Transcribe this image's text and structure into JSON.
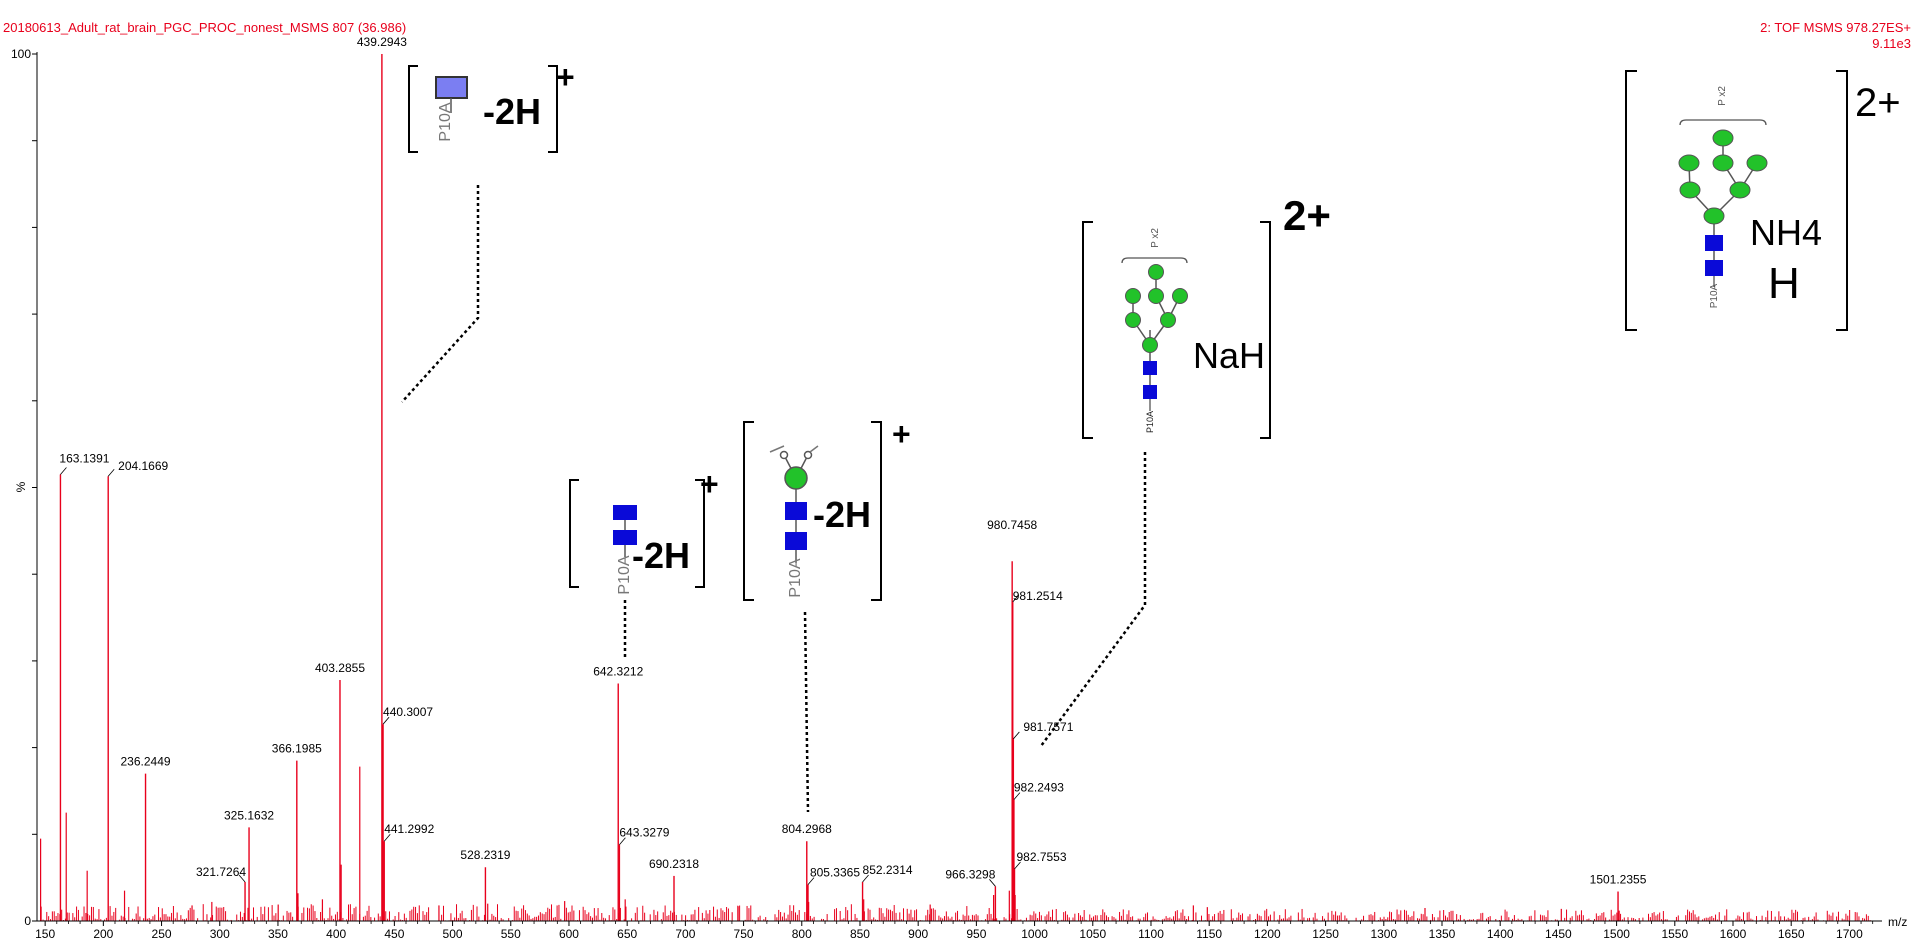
{
  "header": {
    "left": "20180613_Adult_rat_brain_PGC_PROC_nonest_MSMS 807 (36.986)",
    "right_line1": "2: TOF MSMS 978.27ES+",
    "right_line2": "9.11e3"
  },
  "colors": {
    "spectrum": "#e8001c",
    "gal": "#7b7ef2",
    "hexnac": "#0a0ad8",
    "hexose": "#22c22a"
  },
  "chart_data": {
    "type": "bar",
    "xlabel": "m/z",
    "ylabel": "%",
    "xlim": [
      143,
      1728
    ],
    "ylim": [
      0,
      100
    ],
    "xticks": [
      150,
      200,
      250,
      300,
      350,
      400,
      450,
      500,
      550,
      600,
      650,
      700,
      750,
      800,
      850,
      900,
      950,
      1000,
      1050,
      1100,
      1150,
      1200,
      1250,
      1300,
      1350,
      1400,
      1450,
      1500,
      1550,
      1600,
      1650,
      1700
    ],
    "ytick_labels": [
      "0",
      "100"
    ],
    "peaks": [
      {
        "mz": 163.1391,
        "rel": 51.5,
        "label": "163.1391"
      },
      {
        "mz": 204.1669,
        "rel": 51.3,
        "label": "204.1669"
      },
      {
        "mz": 236.2449,
        "rel": 17.0,
        "label": "236.2449"
      },
      {
        "mz": 321.7264,
        "rel": 4.5,
        "label": "321.7264"
      },
      {
        "mz": 325.1632,
        "rel": 10.8,
        "label": "325.1632"
      },
      {
        "mz": 366.1985,
        "rel": 18.5,
        "label": "366.1985"
      },
      {
        "mz": 403.2855,
        "rel": 27.8,
        "label": "403.2855"
      },
      {
        "mz": 439.2943,
        "rel": 100.0,
        "label": "439.2943"
      },
      {
        "mz": 440.3007,
        "rel": 22.7,
        "label": "440.3007"
      },
      {
        "mz": 441.2992,
        "rel": 9.2,
        "label": "441.2992"
      },
      {
        "mz": 528.2319,
        "rel": 6.2,
        "label": "528.2319"
      },
      {
        "mz": 642.3212,
        "rel": 27.4,
        "label": "642.3212"
      },
      {
        "mz": 643.3279,
        "rel": 8.8,
        "label": "643.3279"
      },
      {
        "mz": 690.2318,
        "rel": 5.2,
        "label": "690.2318"
      },
      {
        "mz": 804.2968,
        "rel": 9.2,
        "label": "804.2968"
      },
      {
        "mz": 805.3365,
        "rel": 4.2,
        "label": "805.3365"
      },
      {
        "mz": 852.2314,
        "rel": 4.5,
        "label": "852.2314"
      },
      {
        "mz": 966.3298,
        "rel": 4.0,
        "label": "966.3298"
      },
      {
        "mz": 980.7458,
        "rel": 41.5,
        "label": "980.7458"
      },
      {
        "mz": 981.2514,
        "rel": 36.8,
        "label": "981.2514"
      },
      {
        "mz": 981.7571,
        "rel": 21.0,
        "label": "981.7571"
      },
      {
        "mz": 982.2493,
        "rel": 14.0,
        "label": "982.2493"
      },
      {
        "mz": 982.7553,
        "rel": 6.0,
        "label": "982.7553"
      },
      {
        "mz": 1501.2355,
        "rel": 3.4,
        "label": "1501.2355"
      }
    ],
    "minor_peaks": [
      {
        "mz": 146.1,
        "rel": 9.5
      },
      {
        "mz": 168.1,
        "rel": 12.5
      },
      {
        "mz": 186.1,
        "rel": 5.8
      },
      {
        "mz": 218.2,
        "rel": 3.5
      },
      {
        "mz": 420.3,
        "rel": 17.8
      },
      {
        "mz": 404.3,
        "rel": 6.5
      },
      {
        "mz": 367.2,
        "rel": 3.2
      },
      {
        "mz": 648.3,
        "rel": 2.5
      },
      {
        "mz": 530.2,
        "rel": 2.0
      },
      {
        "mz": 805.9,
        "rel": 2.2
      },
      {
        "mz": 964.8,
        "rel": 3.0
      },
      {
        "mz": 978.3,
        "rel": 3.5
      },
      {
        "mz": 983.3,
        "rel": 3.0
      },
      {
        "mz": 853.2,
        "rel": 2.5
      },
      {
        "mz": 1502.2,
        "rel": 1.2
      },
      {
        "mz": 276.2,
        "rel": 1.8
      },
      {
        "mz": 293.2,
        "rel": 2.2
      },
      {
        "mz": 350.2,
        "rel": 1.9
      },
      {
        "mz": 388.2,
        "rel": 2.5
      },
      {
        "mz": 488.3,
        "rel": 1.8
      },
      {
        "mz": 596.3,
        "rel": 2.3
      },
      {
        "mz": 745.3,
        "rel": 1.7
      },
      {
        "mz": 910.3,
        "rel": 1.9
      },
      {
        "mz": 1148.4,
        "rel": 1.6
      },
      {
        "mz": 1136.4,
        "rel": 1.8
      },
      {
        "mz": 1335.4,
        "rel": 1.5
      },
      {
        "mz": 1452.5,
        "rel": 1.4
      }
    ]
  },
  "annotations": {
    "glycan_439": {
      "charge": "+",
      "label": "-2H",
      "tag": "P10A"
    },
    "glycan_642": {
      "charge": "+",
      "label": "-2H",
      "tag": "P10A"
    },
    "glycan_804": {
      "charge": "+",
      "label": "-2H",
      "tag": "P10A"
    },
    "glycan_980": {
      "charge": "2+",
      "label": "NaH",
      "tag": "P10A",
      "repeat": "P x2"
    },
    "glycan_1501": {
      "charge": "2+",
      "label_line1": "NH4",
      "label_line2": "H",
      "tag": "P10A",
      "repeat": "P x2"
    }
  }
}
